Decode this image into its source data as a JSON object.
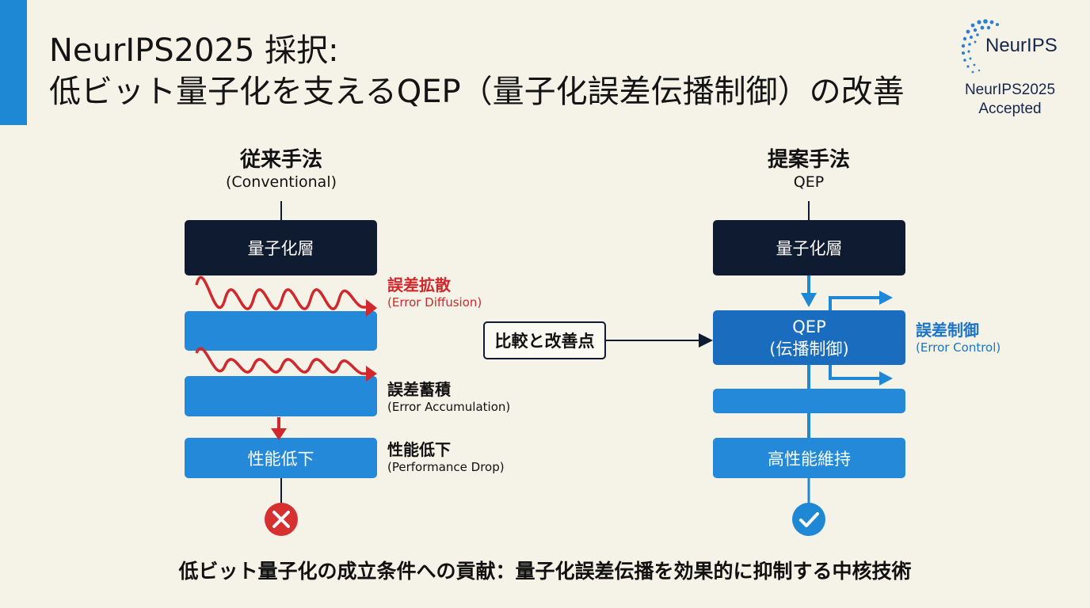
{
  "header": {
    "title_line1": "NeurIPS2025 採択:",
    "title_line2": "低ビット量子化を支えるQEP（量子化誤差伝播制御）の改善"
  },
  "logo": {
    "wordmark": "NeurIPS",
    "accepted_line1": "NeurIPS2025",
    "accepted_line2": "Accepted",
    "color": "#16264a"
  },
  "conventional": {
    "title": "従来手法",
    "subtitle": "(Conventional)",
    "layer_label": "量子化層",
    "result_label": "性能低下",
    "result_icon": "cross-icon",
    "diffusion_label": "誤差拡散",
    "diffusion_en": "(Error Diffusion)",
    "accumulation_label": "誤差蓄積",
    "accumulation_en": "(Error Accumulation)",
    "drop_label": "性能低下",
    "drop_en": "(Performance Drop)"
  },
  "proposed": {
    "title": "提案手法",
    "subtitle": "QEP",
    "layer_label": "量子化層",
    "qep_line1": "QEP",
    "qep_line2": "(伝播制御)",
    "result_label": "高性能維持",
    "result_icon": "check-icon",
    "control_label": "誤差制御",
    "control_en": "(Error Control)"
  },
  "compare_label": "比較と改善点",
  "footer": "低ビット量子化の成立条件への貢献：量子化誤差伝播を効果的に抑制する中核技術",
  "colors": {
    "dark_box": "#0f1b30",
    "blue_box": "#2389d8",
    "qep_box": "#1a6cbf",
    "error_red": "#d0282c",
    "accent": "#1e88d4",
    "background": "#f5f3e8"
  }
}
